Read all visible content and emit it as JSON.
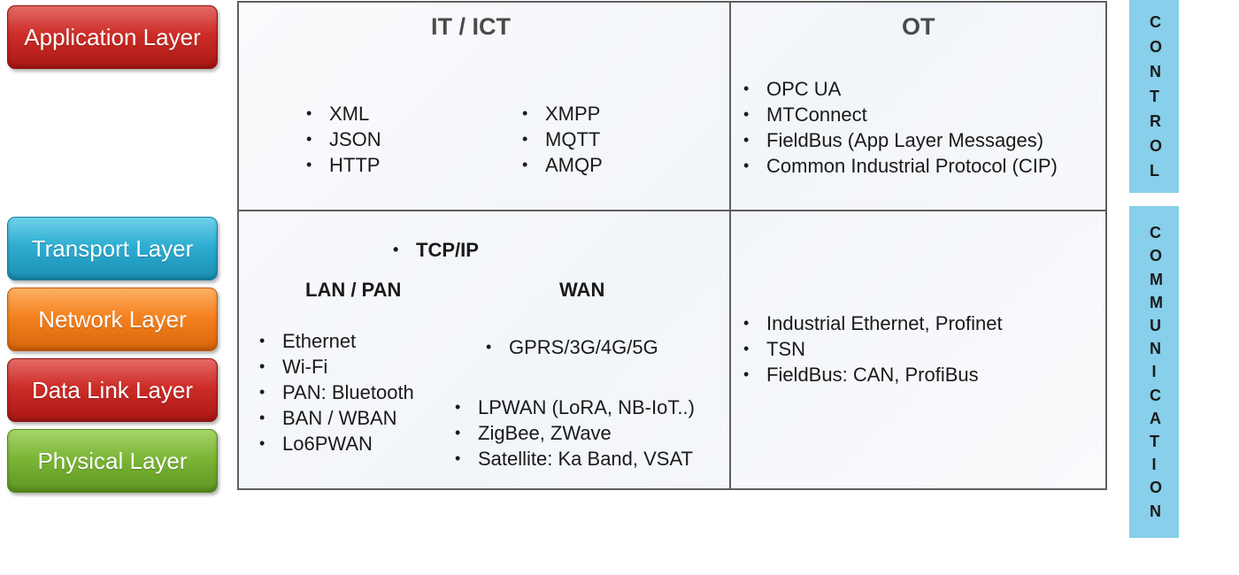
{
  "layers": [
    {
      "label": "Application Layer",
      "color": "#cd2d28"
    },
    {
      "label": "Transport Layer",
      "color": "#2eaed2"
    },
    {
      "label": "Network Layer",
      "color": "#f5821f"
    },
    {
      "label": "Data Link Layer",
      "color": "#cd2d28"
    },
    {
      "label": "Physical Layer",
      "color": "#7cb637"
    }
  ],
  "columns": {
    "it": "IT / ICT",
    "ot": "OT"
  },
  "it_app": {
    "list_a": [
      "XML",
      "JSON",
      "HTTP"
    ],
    "list_b": [
      "XMPP",
      "MQTT",
      "AMQP"
    ]
  },
  "ot_app": [
    "OPC UA",
    "MTConnect",
    "FieldBus (App Layer Messages)",
    "Common Industrial Protocol (CIP)"
  ],
  "it_comm": {
    "tcpip": "TCP/IP",
    "lan_pan_heading": "LAN / PAN",
    "wan_heading": "WAN",
    "lan_pan": [
      "Ethernet",
      "Wi-Fi",
      "PAN: Bluetooth",
      "BAN / WBAN",
      "Lo6PWAN"
    ],
    "wan_a": [
      "GPRS/3G/4G/5G"
    ],
    "wan_b": [
      "LPWAN (LoRA, NB-IoT..)",
      "ZigBee, ZWave",
      "Satellite: Ka Band, VSAT"
    ]
  },
  "ot_comm": [
    "Industrial Ethernet, Profinet",
    "TSN",
    "FieldBus: CAN, ProfiBus"
  ],
  "side_labels": {
    "control": "CONTROL",
    "communication": "COMMUNICATION"
  },
  "colors": {
    "side_bar": "#87cfea",
    "grid_border": "#5f5f5f"
  }
}
